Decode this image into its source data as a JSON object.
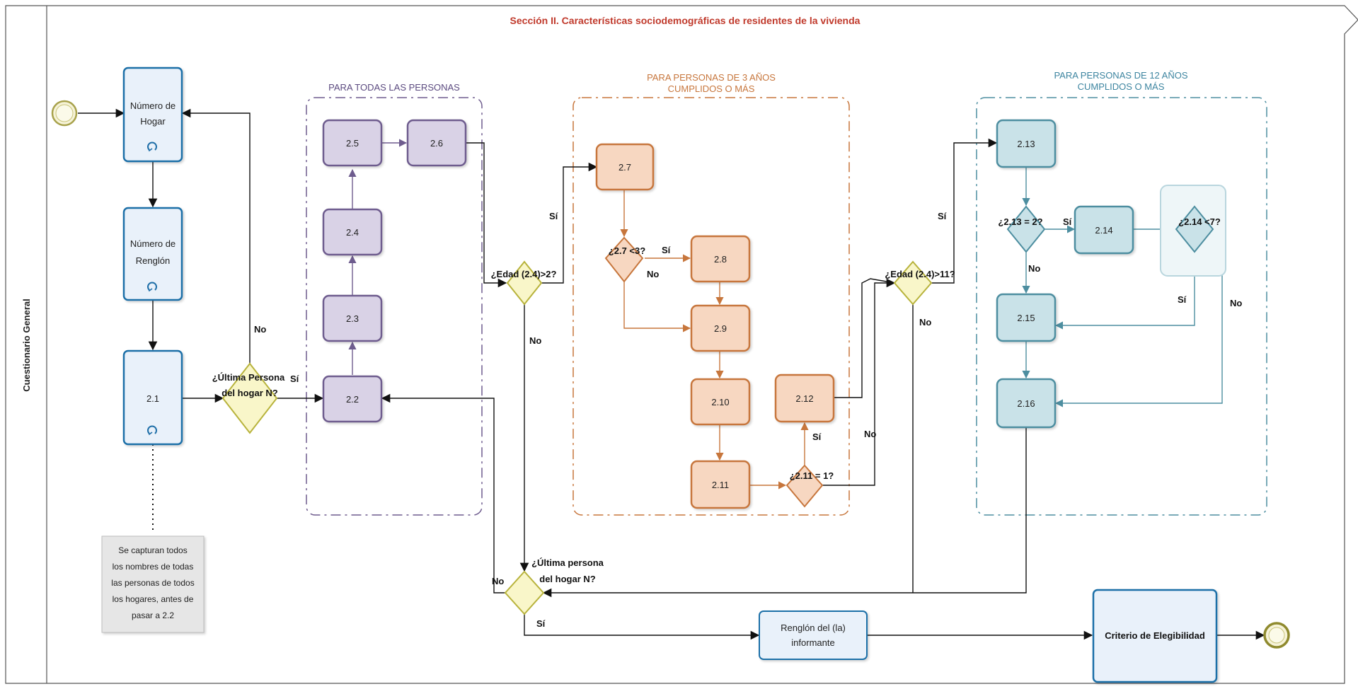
{
  "title": "Sección II. Características sociodemográficas de residentes de la vivienda",
  "pool_label": "Cuestionario General",
  "groups": {
    "all": "PARA TODAS LAS PERSONAS",
    "age3": [
      "PARA PERSONAS DE 3 AÑOS",
      "CUMPLIDOS O MÁS"
    ],
    "age12": [
      "PARA PERSONAS DE 12 AÑOS",
      "CUMPLIDOS O MÁS"
    ]
  },
  "tasks": {
    "numero_hogar": [
      "Número de",
      "Hogar"
    ],
    "numero_renglon": [
      "Número de",
      "Renglón"
    ],
    "q2_1": "2.1",
    "q2_2": "2.2",
    "q2_3": "2.3",
    "q2_4": "2.4",
    "q2_5": "2.5",
    "q2_6": "2.6",
    "q2_7": "2.7",
    "q2_8": "2.8",
    "q2_9": "2.9",
    "q2_10": "2.10",
    "q2_11": "2.11",
    "q2_12": "2.12",
    "q2_13": "2.13",
    "q2_14": "2.14",
    "q2_15": "2.15",
    "q2_16": "2.16",
    "renglon_informante": [
      "Renglón del (la)",
      "informante"
    ],
    "criterio": "Criterio de Elegibilidad"
  },
  "gateways": {
    "ultima_persona_1": [
      "¿Última Persona",
      "del hogar N?"
    ],
    "edad_gt2": "¿Edad (2.4)>2?",
    "q27_lt3": "¿2.7 <3?",
    "q211_eq1": "¿2.11 = 1?",
    "edad_gt11": "¿Edad (2.4)>11?",
    "q213_eq2": "¿2.13 = 2?",
    "q214_lt7": "¿2.14 <7?",
    "ultima_persona_2": [
      "¿Última persona",
      "del hogar N?"
    ]
  },
  "flow_labels": {
    "yes": "Sí",
    "no": "No"
  },
  "annotation": [
    "Se capturan  todos",
    "los nombres de todas",
    "las personas de todos",
    "los hogares, antes de",
    "pasar a  2.2"
  ],
  "colors": {
    "blue_fill": "#e9f1fa",
    "blue_stroke": "#1f6fa8",
    "purple_fill": "#d9d2e6",
    "purple_stroke": "#6e5c8e",
    "orange_fill": "#f7d7c1",
    "orange_stroke": "#c7763c",
    "teal_fill": "#c9e2e8",
    "teal_stroke": "#4d8ea0",
    "gateway_yellow": "#f9f6c9",
    "gateway_yellow_stroke": "#b8b33c",
    "title_red": "#c0392b"
  }
}
